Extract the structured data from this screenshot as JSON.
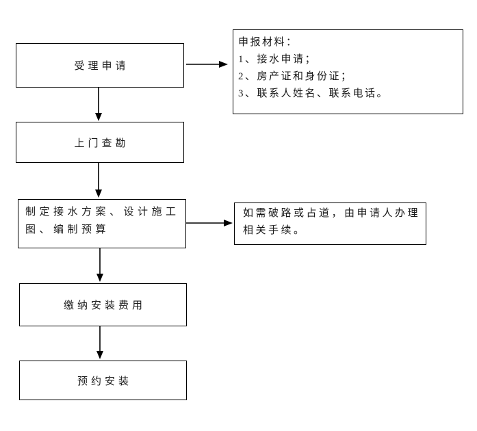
{
  "flowchart": {
    "colors": {
      "line": "#000000",
      "background": "#ffffff",
      "text": "#1a1a1a"
    },
    "steps": [
      {
        "id": "step-1",
        "label": "受理申请"
      },
      {
        "id": "step-2",
        "label": "上门查勘"
      },
      {
        "id": "step-3",
        "label": "制定接水方案、设计施工图、编制预算",
        "lines": [
          "制定接水方案、设计施工",
          "图、编制预算"
        ]
      },
      {
        "id": "step-4",
        "label": "缴纳安装费用"
      },
      {
        "id": "step-5",
        "label": "预约安装"
      }
    ],
    "notes": [
      {
        "id": "note-materials",
        "lines": [
          "申报材料：",
          "1、接水申请；",
          "2、房产证和身份证；",
          "3、联系人姓名、联系电话。"
        ]
      },
      {
        "id": "note-road",
        "lines": [
          "如需破路或占道，由申请人办理",
          "相关手续。"
        ]
      }
    ]
  }
}
